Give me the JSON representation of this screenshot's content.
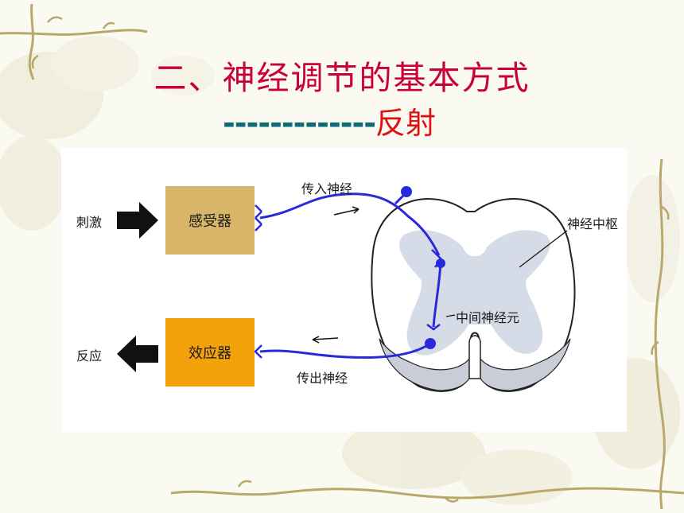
{
  "slide": {
    "title": "二、神经调节的基本方式",
    "subtitle_dashes": "-------------",
    "subtitle_word": "反射"
  },
  "diagram": {
    "stimulus": "刺激",
    "response": "反应",
    "receptor": "感受器",
    "effector": "效应器",
    "afferent_nerve": "传入神经",
    "efferent_nerve": "传出神经",
    "nerve_center": "神经中枢",
    "interneuron": "中间神经元"
  },
  "colors": {
    "title": "#c8003c",
    "dashes": "#0d6b73",
    "subtitle_word": "#e01010",
    "receptor_box": "#d9b56a",
    "effector_box": "#f4a20c",
    "nerve": "#2a2ad8",
    "gray_matter": "#d6dbe8"
  }
}
